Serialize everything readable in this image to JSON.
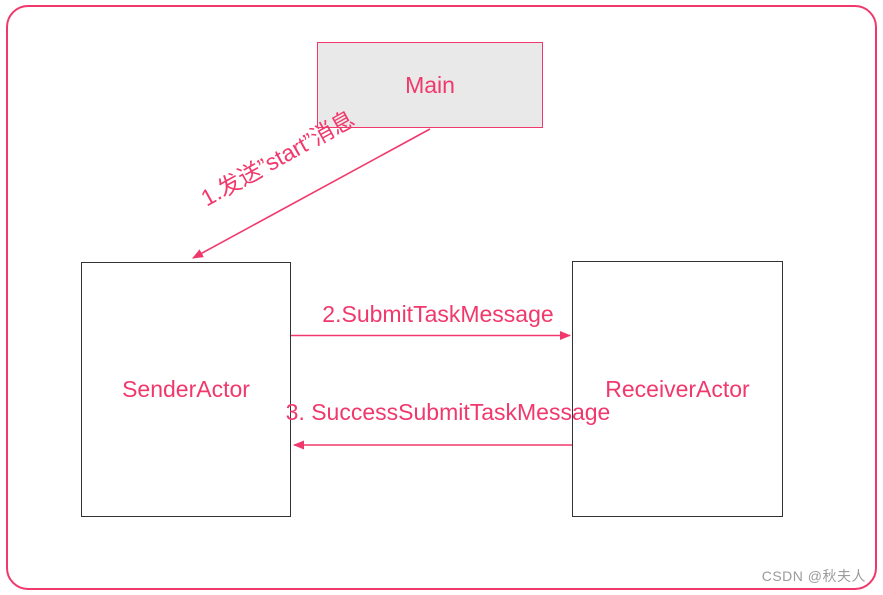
{
  "diagram": {
    "nodes": {
      "main": {
        "label": "Main"
      },
      "sender": {
        "label": "SenderActor"
      },
      "receiver": {
        "label": "ReceiverActor"
      }
    },
    "messages": {
      "m1": {
        "label": "1.发送”start”消息",
        "from": "Main",
        "to": "SenderActor"
      },
      "m2": {
        "label": "2.SubmitTaskMessage",
        "from": "SenderActor",
        "to": "ReceiverActor"
      },
      "m3": {
        "label": "3. SuccessSubmitTaskMessage",
        "from": "ReceiverActor",
        "to": "SenderActor"
      }
    },
    "watermark": "CSDN @秋夫人"
  },
  "colors": {
    "accent": "#f1386c",
    "node_border": "#333333",
    "main_fill": "#e9e9e9",
    "watermark_color": "#9b9b9e"
  }
}
